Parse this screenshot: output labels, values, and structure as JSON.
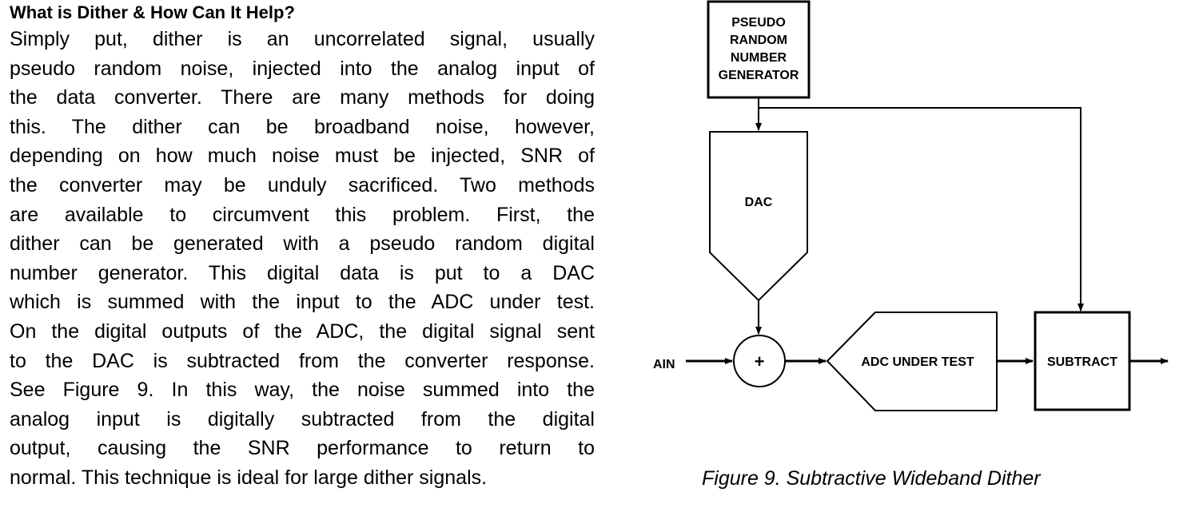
{
  "article": {
    "heading": "What is Dither & How Can It Help?",
    "lines": [
      "Simply put, dither is an uncorrelated signal, usually",
      "pseudo random noise, injected into the analog input of",
      "the data converter.  There are many methods for doing",
      "this. The dither can be broadband noise, however,",
      "depending on how much noise must be injected, SNR of",
      "the converter may be unduly sacrificed.  Two methods",
      "are available to circumvent this problem. First, the",
      "dither can be generated with a pseudo random digital",
      "number generator. This digital data is put to a DAC",
      "which is summed with the input to the ADC under test.",
      "On the digital outputs of the ADC, the digital signal sent",
      "to the DAC is subtracted from the converter response.",
      "See Figure 9.  In this way, the noise summed into the",
      "analog input is digitally subtracted from the digital",
      "output, causing the SNR performance to return to",
      "normal.  This technique is ideal for large dither signals."
    ]
  },
  "diagram": {
    "prng_lines": [
      "PSEUDO",
      "RANDOM",
      "NUMBER",
      "GENERATOR"
    ],
    "dac": "DAC",
    "summer_symbol": "+",
    "input_label": "AIN",
    "adc": "ADC UNDER TEST",
    "subtract": "SUBTRACT"
  },
  "caption": "Figure 9.  Subtractive Wideband Dither"
}
